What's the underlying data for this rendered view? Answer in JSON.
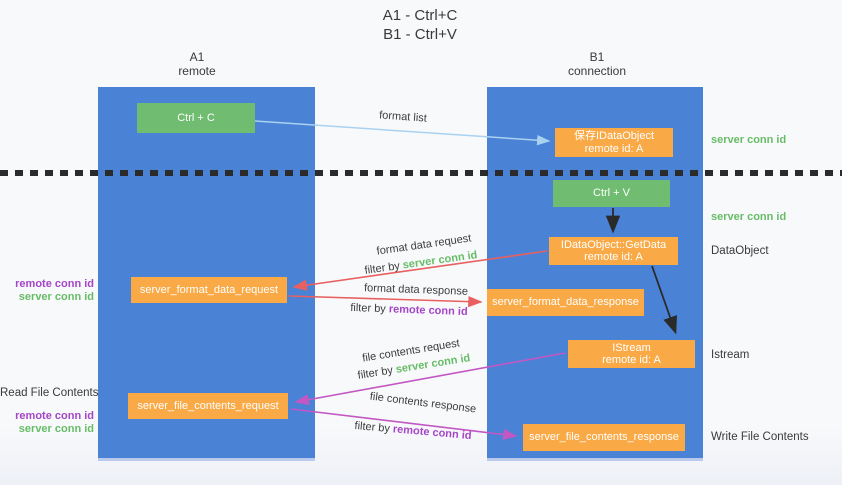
{
  "title": {
    "line1": "A1 - Ctrl+C",
    "line2": "B1 - Ctrl+V"
  },
  "columns": {
    "a": {
      "header_line1": "A1",
      "header_line2": "remote"
    },
    "b": {
      "header_line1": "B1",
      "header_line2": "connection"
    }
  },
  "nodes": {
    "ctrl_c": {
      "label": "Ctrl + C"
    },
    "save_idataobject": {
      "line1": "保存IDataObject",
      "line2": "remote id: A"
    },
    "ctrl_v": {
      "label": "Ctrl + V"
    },
    "getdata": {
      "line1": "IDataObject::GetData",
      "line2": "remote id: A"
    },
    "format_request": {
      "label": "server_format_data_request"
    },
    "format_response": {
      "label": "server_format_data_response"
    },
    "istream": {
      "line1": "IStream",
      "line2": "remote id: A"
    },
    "file_request": {
      "label": "server_file_contents_request"
    },
    "file_response": {
      "label": "server_file_contents_response"
    }
  },
  "left_labels": {
    "format_remote_conn": "remote conn id",
    "format_server_conn": "server conn id",
    "read_file_contents": "Read File Contents",
    "file_remote_conn": "remote conn id",
    "file_server_conn": "server conn id"
  },
  "right_labels": {
    "server_conn_top": "server conn id",
    "server_conn_mid": "server conn id",
    "dataobject": "DataObject",
    "istream": "Istream",
    "write_file_contents": "Write File Contents"
  },
  "flow_labels": {
    "format_list": "format list",
    "format_request": "format data request",
    "format_request_filter": {
      "prefix": "filter by ",
      "id": "server conn id"
    },
    "format_response": "format data response",
    "format_response_filter": {
      "prefix": "filter by ",
      "id": "remote conn id"
    },
    "file_request": "file contents request",
    "file_request_filter": {
      "prefix": "filter by ",
      "id": "server conn id"
    },
    "file_response": "file contents response",
    "file_response_filter": {
      "prefix": "filter by ",
      "id": "remote conn id"
    }
  },
  "colors": {
    "column_blue": "#4a82d6",
    "node_green": "#70bd71",
    "node_orange": "#f9a945",
    "arrow_light_blue": "#a9d2f0",
    "arrow_red": "#e86060",
    "arrow_magenta": "#c357c3",
    "arrow_black": "#2a2a2a",
    "label_green": "#67bd67",
    "label_purple": "#a546c8",
    "text_dark": "#3a3a3a"
  }
}
